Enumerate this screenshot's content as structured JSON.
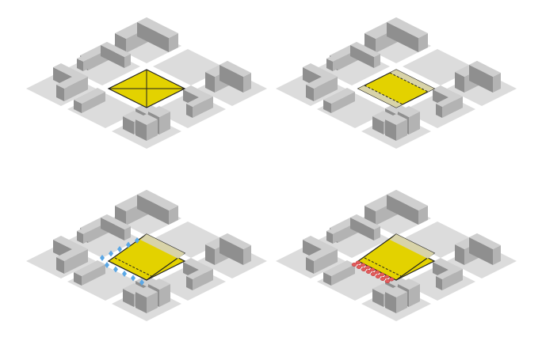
{
  "diagram": {
    "panel_count": 4,
    "panels": [
      {
        "name": "site-plan",
        "site_fill": "#e3d200",
        "overlay": "diagonals"
      },
      {
        "name": "terraced-plaza",
        "site_fill": "#e3d200",
        "overlay": "dotted-edges"
      },
      {
        "name": "tilted-surface-water",
        "site_fill": "#e3d200",
        "overlay": "blue-arrows"
      },
      {
        "name": "tilted-surface-seating",
        "site_fill": "#e3d200",
        "overlay": "red-steps"
      }
    ],
    "colors": {
      "block_top": "#dcdcdc",
      "block_shadow": "#e9e9e9",
      "building_top": "#cfcfcf",
      "building_left": "#8f8f8f",
      "building_right": "#b3b3b3",
      "site_yellow": "#e3d200",
      "site_stroke": "#222222",
      "dots": "#d8d3a8",
      "arrows": "#5aa7e6",
      "steps": "#e35b5b"
    }
  }
}
